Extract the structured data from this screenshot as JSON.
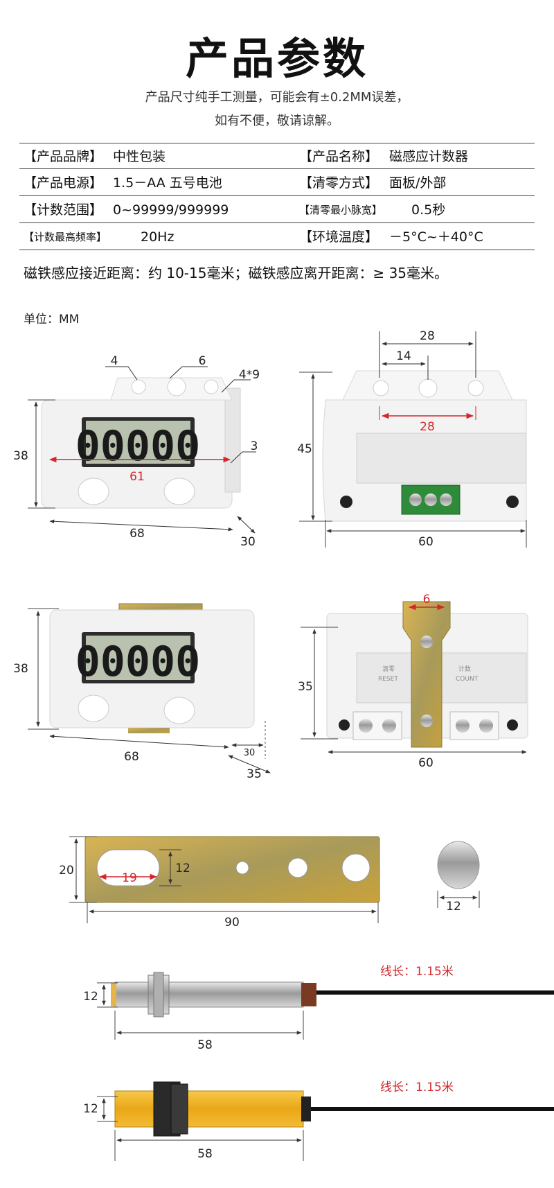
{
  "title": "产品参数",
  "notes": [
    "产品尺寸纯手工测量，可能会有±0.2MM误差，",
    "如有不便，敬请谅解。"
  ],
  "specs": [
    {
      "k1": "【产品品牌】",
      "v1": "中性包装",
      "k2": "【产品名称】",
      "v2": "磁感应计数器"
    },
    {
      "k1": "【产品电源】",
      "v1": "1.5－AA  五号电池",
      "k2": "【清零方式】",
      "v2": "面板/外部"
    },
    {
      "k1": "【计数范围】",
      "v1": "0~99999/999999",
      "k2": "【清零最小脉宽】",
      "v2": "0.5秒"
    },
    {
      "k1": "【计数最高频率】",
      "v1": "20Hz",
      "k2": "【环境温度】",
      "v2": "－5°C~＋40°C"
    }
  ],
  "magnet_distance": "磁铁感应接近距离：约 10-15毫米；磁铁感应离开距离：≥ 35毫米。",
  "unit": "单位：MM",
  "lcd_display": "00000",
  "labels": {
    "panel_reset": "清零",
    "panel_reset_en": "RESET",
    "panel_count": "计数",
    "panel_count_en": "COUNT"
  },
  "dims": {
    "front1": {
      "hole_left": "4",
      "hole_mid": "6",
      "hole_right": "4*9",
      "side": "3",
      "display_width": "61",
      "height": "38",
      "width": "68",
      "depth": "30"
    },
    "back1": {
      "top_span": "28",
      "half_span": "14",
      "inner_span": "28",
      "height": "45",
      "width": "60"
    },
    "front2": {
      "height": "38",
      "width": "68",
      "depth_inner": "30",
      "depth_outer": "35"
    },
    "back2": {
      "bracket_width": "6",
      "height": "35",
      "width": "60"
    },
    "bracket": {
      "height": "20",
      "slot_length": "19",
      "slot_height": "12",
      "length": "90"
    },
    "magnet": {
      "diameter": "12"
    },
    "sensor1": {
      "diameter": "12",
      "length": "58",
      "wire": "线长：1.15米"
    },
    "sensor2": {
      "diameter": "12",
      "length": "58",
      "wire": "线长：1.15米"
    }
  },
  "colors": {
    "accent_red": "#d4262b",
    "terminal_green": "#2e8b3a",
    "sensor_yellow": "#f0b21a",
    "bracket_gold": "#c9a23a"
  }
}
